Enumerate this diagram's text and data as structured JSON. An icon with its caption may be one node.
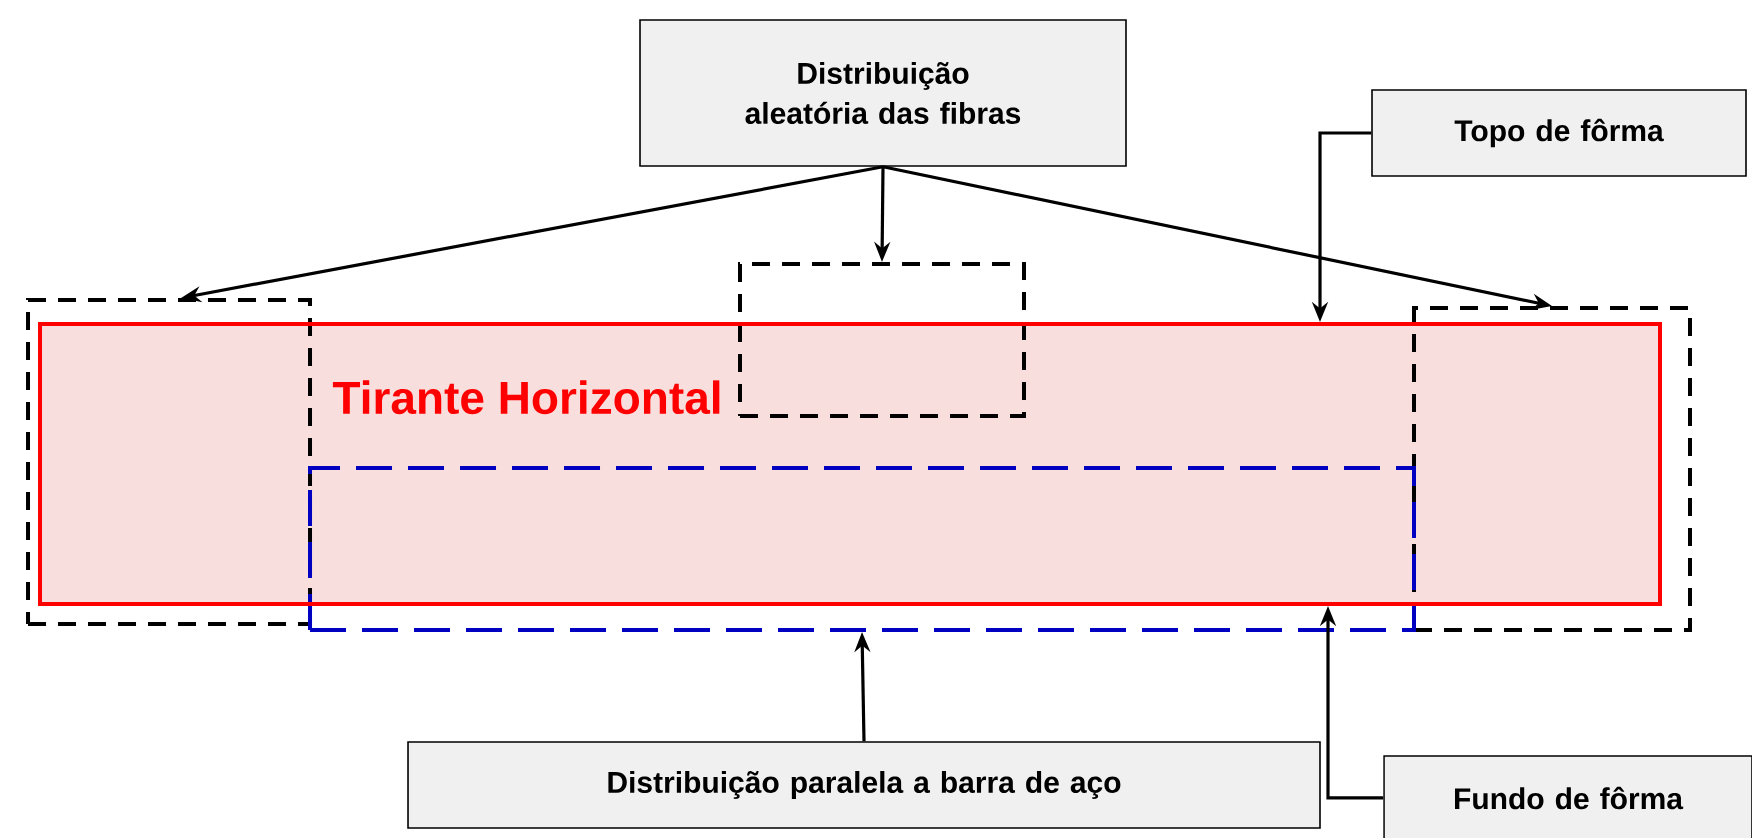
{
  "diagram": {
    "nodes": [
      {
        "text": [
          "Distribuição aleatória das fibras"
        ]
      },
      {
        "text": [
          "Topo de fôrma"
        ]
      },
      {
        "text": [
          "Tirante Horizontal"
        ]
      },
      {
        "text": [],
        "shape": "box"
      },
      {
        "text": [],
        "shape": "box"
      },
      {
        "text": [],
        "shape": "box"
      },
      {
        "text": [],
        "shape": "box"
      },
      {
        "text": [
          "Distribuição paralela a barra de aço"
        ]
      },
      {
        "text": [
          "Fundo de fôrma"
        ]
      }
    ],
    "edges": [
      {
        "from": 0,
        "to": 3,
        "arrow": "to"
      },
      {
        "from": 0,
        "to": 4,
        "arrow": "to"
      },
      {
        "from": 0,
        "to": 5,
        "arrow": "to"
      },
      {
        "from": 1,
        "to": 2,
        "arrow": "to"
      },
      {
        "from": 7,
        "to": 6,
        "arrow": "to"
      },
      {
        "from": 8,
        "to": 2,
        "arrow": "to"
      }
    ]
  }
}
